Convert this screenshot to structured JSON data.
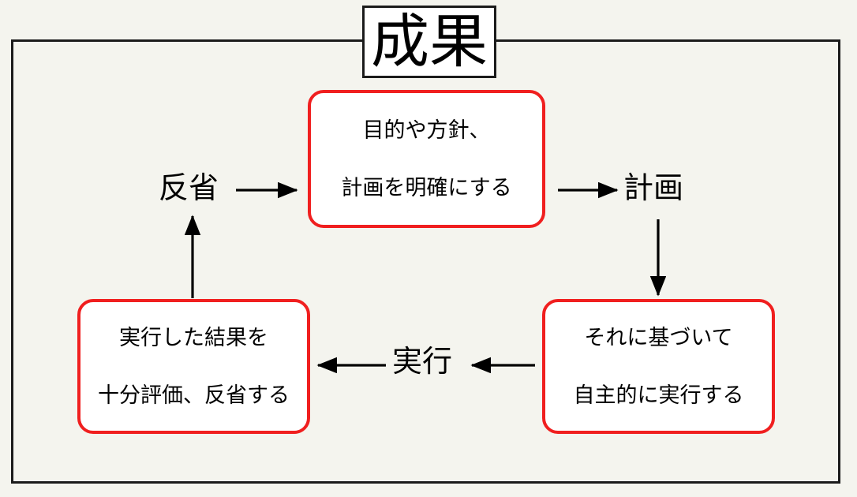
{
  "diagram": {
    "title": "成果",
    "type": "pdca-cycle",
    "colors": {
      "background": "#f4f4ee",
      "frame_border": "#1b1b1b",
      "node_border": "#f01f1f",
      "node_fill": "#ffffff",
      "arrow": "#000000",
      "text": "#000000"
    },
    "nodes": [
      {
        "id": "plan",
        "position": "top",
        "lines": [
          "目的や方針、",
          "計画を明確にする"
        ]
      },
      {
        "id": "do",
        "position": "right",
        "lines": [
          "それに基づいて",
          "自主的に実行する"
        ]
      },
      {
        "id": "check",
        "position": "left",
        "lines": [
          "実行した結果を",
          "十分評価、反省する"
        ]
      }
    ],
    "stage_labels": [
      {
        "id": "hansei",
        "text": "反省"
      },
      {
        "id": "keikaku",
        "text": "計画"
      },
      {
        "id": "jikkou",
        "text": "実行"
      }
    ],
    "arrows": [
      {
        "id": "check-to-hansei",
        "direction": "up"
      },
      {
        "id": "hansei-to-plan",
        "direction": "right"
      },
      {
        "id": "plan-to-keikaku",
        "direction": "right"
      },
      {
        "id": "keikaku-to-do",
        "direction": "down"
      },
      {
        "id": "do-to-jikkou",
        "direction": "left"
      },
      {
        "id": "jikkou-to-check",
        "direction": "left"
      }
    ]
  }
}
